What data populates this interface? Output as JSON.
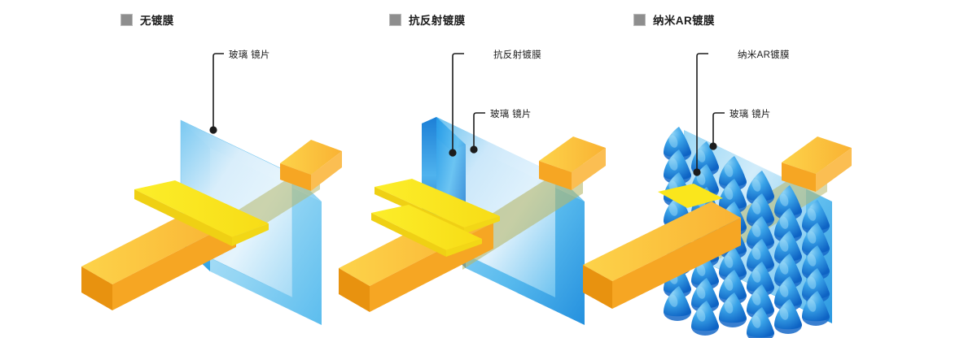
{
  "figure": {
    "kind": "optical-coating-comparison-diagram",
    "description": "Three isometric glass-slab illustrations comparing surface reflection for uncoated glass, anti-reflective coated glass and nano AR (moth-eye) coated glass",
    "marker_color": "#8e8e8e",
    "glass_blue": "#3FA9E8",
    "coating_blue": "#0D6FD0",
    "beam_amber": "#F9B233",
    "beam_yellow": "#FBE419",
    "leader_color": "#1c1c1c"
  },
  "panels": [
    {
      "id": "uncoated",
      "title": "无镀膜",
      "callouts": [
        {
          "id": "glass",
          "label": "玻璃 镜片"
        }
      ],
      "reflection_strength": "strong",
      "reflected_beams": 1,
      "transmitted": "partial"
    },
    {
      "id": "anti-reflective",
      "title": "抗反射镀膜",
      "callouts": [
        {
          "id": "ar-coating",
          "label": "抗反射镀膜"
        },
        {
          "id": "glass",
          "label": "玻璃 镜片"
        }
      ],
      "reflection_strength": "weak",
      "reflected_beams": 2,
      "transmitted": "most"
    },
    {
      "id": "nano-ar",
      "title": "纳米AR镀膜",
      "callouts": [
        {
          "id": "nano-coating",
          "label": "纳米AR镀膜"
        },
        {
          "id": "glass",
          "label": "玻璃 镜片"
        }
      ],
      "reflection_strength": "negligible",
      "reflected_beams": 0,
      "transmitted": "nearly-all"
    }
  ]
}
